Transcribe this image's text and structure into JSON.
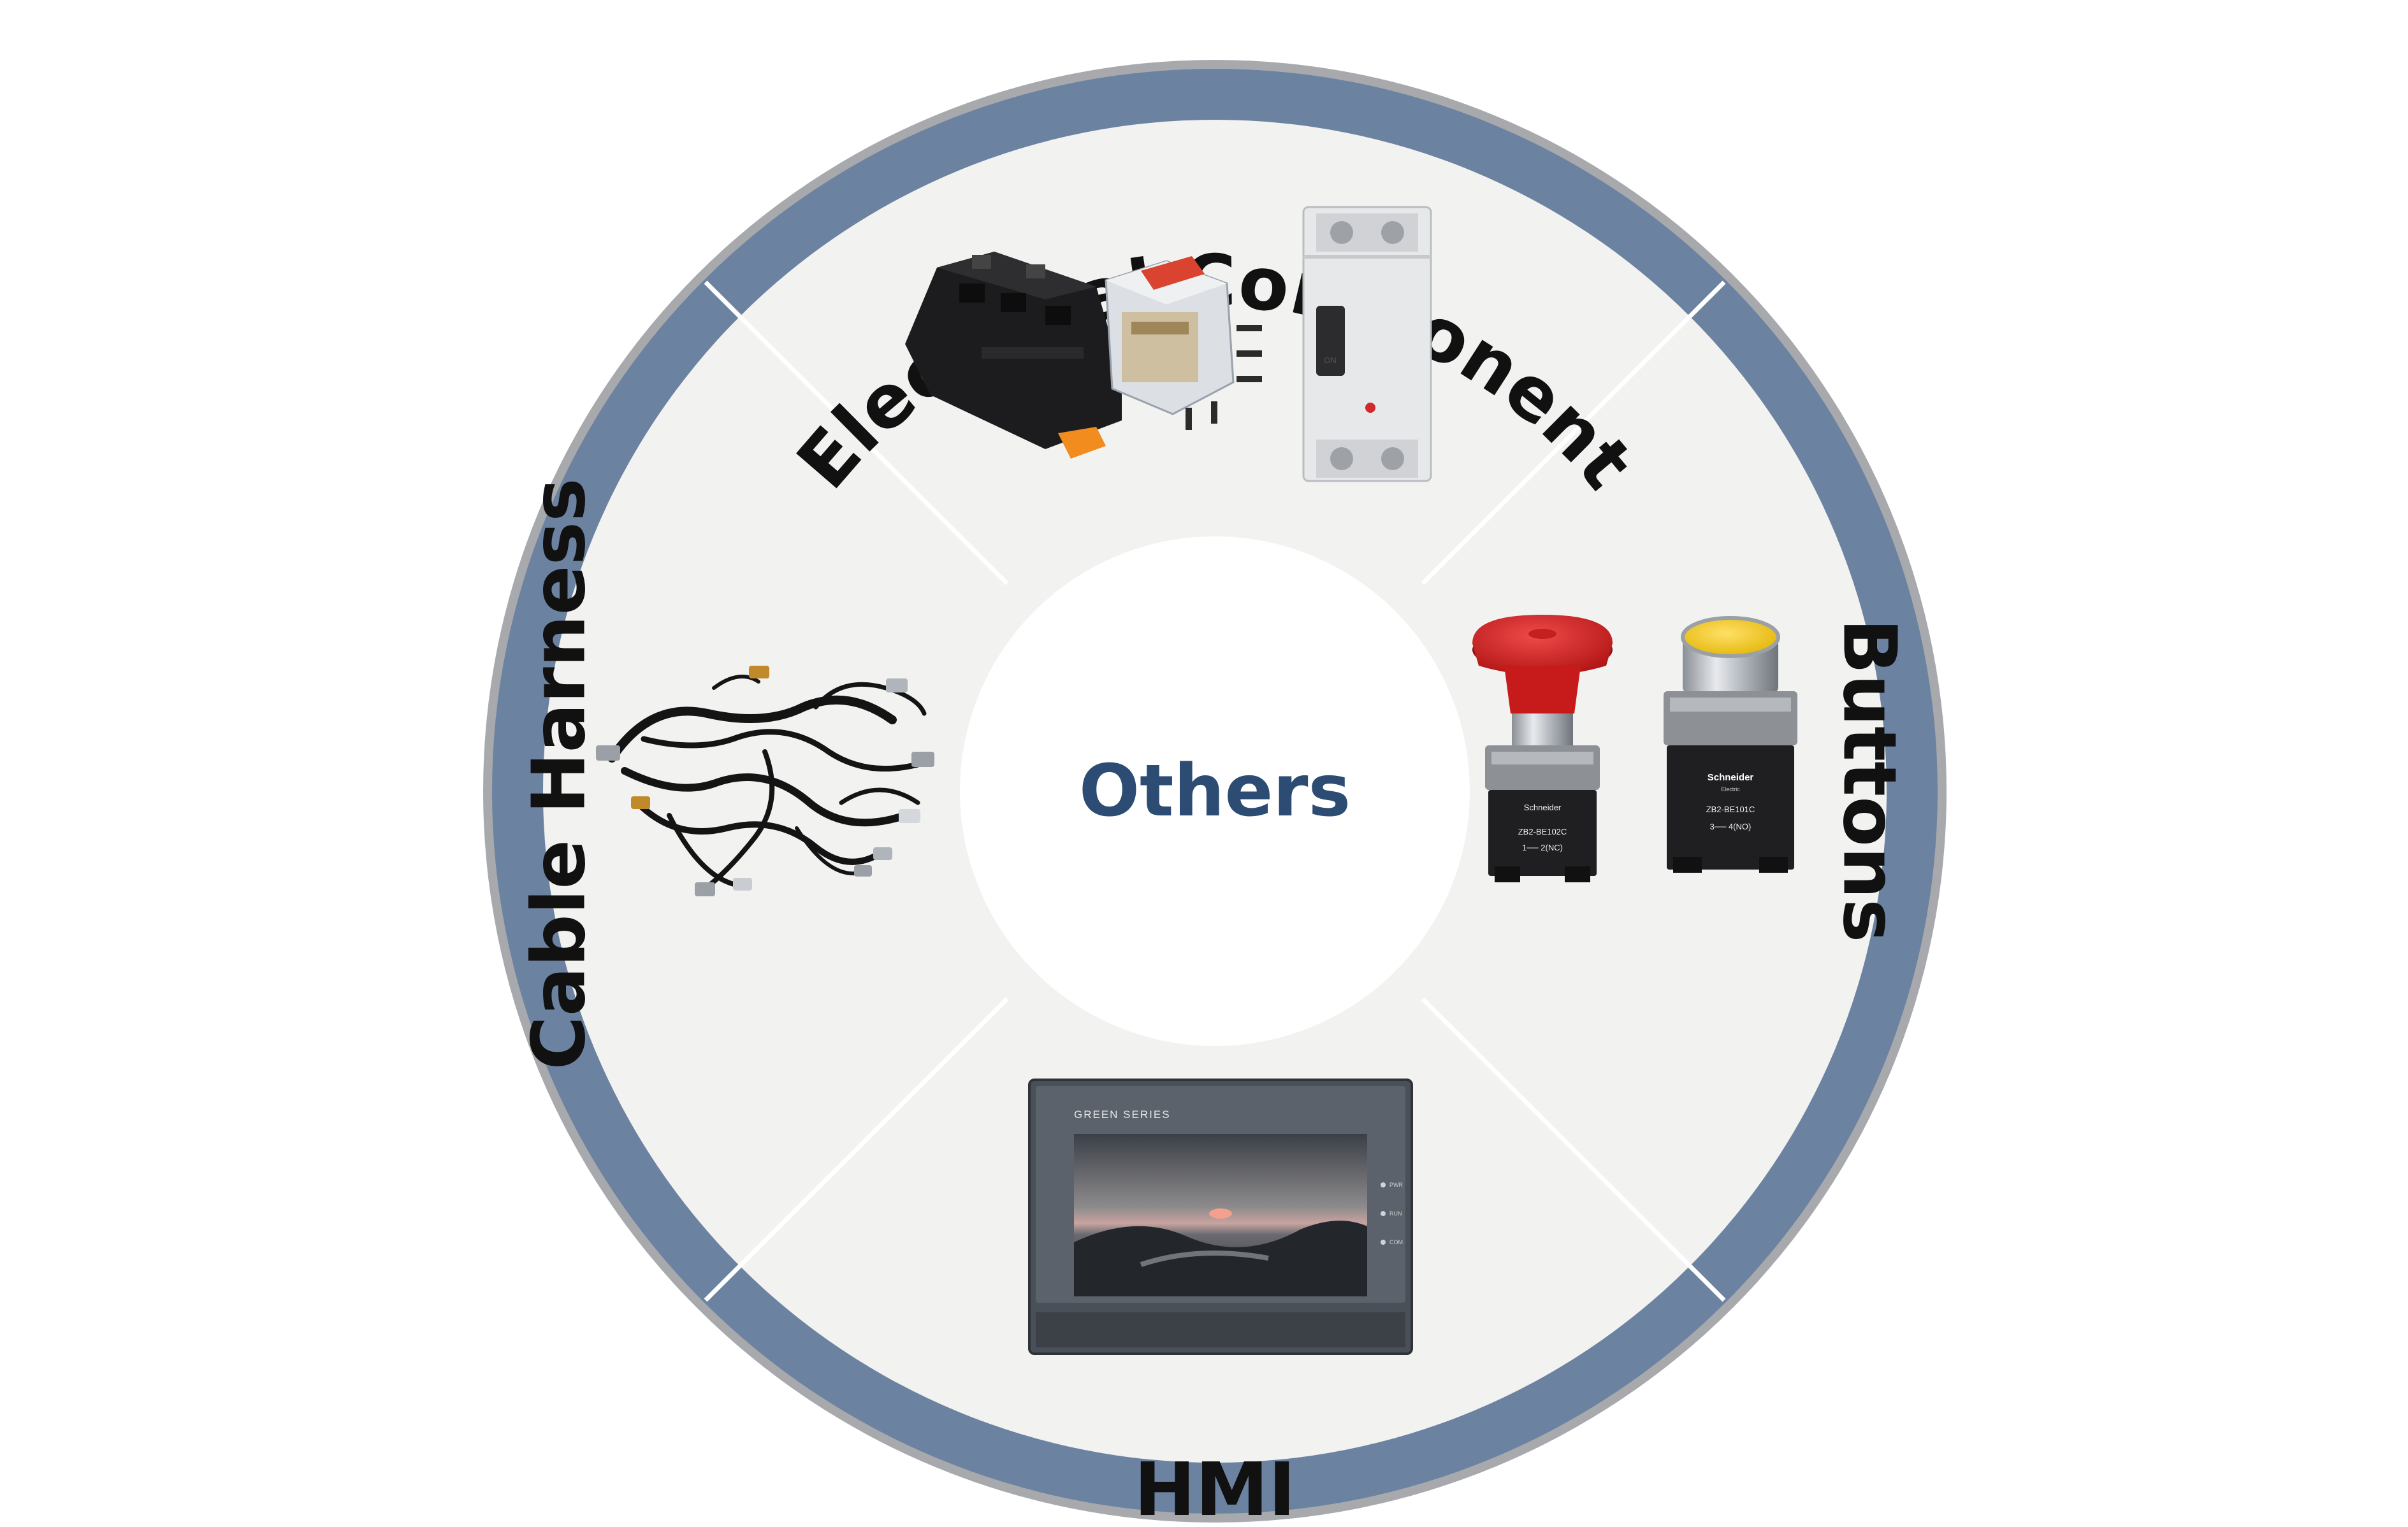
{
  "center": {
    "label": "Others"
  },
  "segments": [
    {
      "label": "Electrical Component"
    },
    {
      "label": "Buttons"
    },
    {
      "label": "HMI"
    },
    {
      "label": "Cable Harness"
    }
  ],
  "products": {
    "hmi_screen_label": "GREEN SERIES",
    "hmi_indicators": [
      "PWR",
      "RUN",
      "COM"
    ],
    "button_brand": "Schneider",
    "button_brand_sub": "Electric",
    "button_models": [
      "ZB2-BE102C",
      "ZB2-BE101C"
    ],
    "button_contacts": [
      "1── 2(NC)",
      "3── 4(NO)"
    ],
    "switch_on_label": "ON"
  },
  "colors": {
    "ring": "#6c82a1",
    "ring_outline": "#a7a9ac",
    "disc": "#f2f2f1",
    "center_text": "#2d4c73",
    "divider": "#ffffff"
  }
}
